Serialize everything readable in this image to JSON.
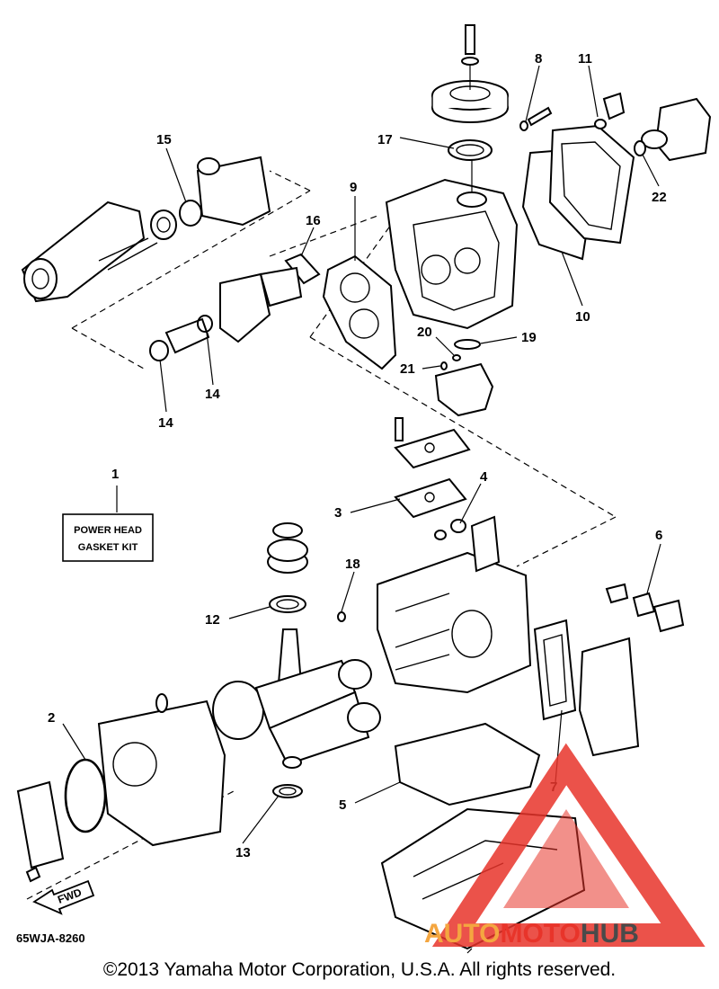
{
  "callouts": [
    "1",
    "2",
    "3",
    "4",
    "5",
    "6",
    "7",
    "8",
    "9",
    "10",
    "11",
    "12",
    "13",
    "14",
    "14",
    "15",
    "16",
    "17",
    "18",
    "19",
    "20",
    "21",
    "22"
  ],
  "kit_label": {
    "line1": "POWER HEAD",
    "line2": "GASKET KIT"
  },
  "direction_label": "FWD",
  "reference_code": "65WJA-8260",
  "copyright": "©2013 Yamaha Motor Corporation, U.S.A. All rights reserved.",
  "watermark": {
    "part1": "AUTO",
    "part2": "MOTO",
    "part3": "HUB"
  },
  "colors": {
    "line": "#000000",
    "background": "#ffffff",
    "watermark_red": "#e8342a",
    "watermark_orange": "#f4a640",
    "watermark_gray": "#4a4a4a"
  }
}
